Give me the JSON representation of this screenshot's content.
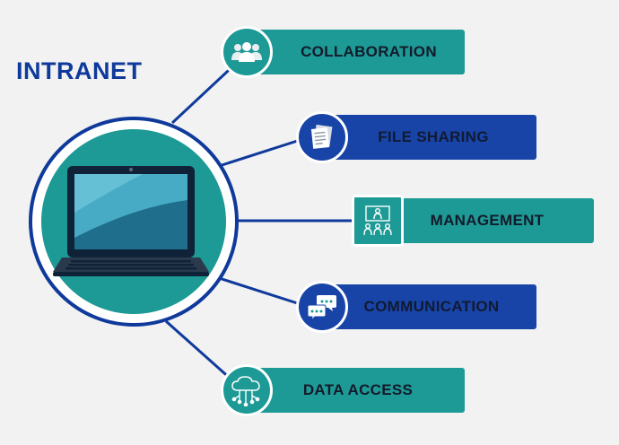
{
  "title": "INTRANET",
  "items": [
    {
      "label": "COLLABORATION",
      "color": "#1d9a96",
      "icon": "users-icon"
    },
    {
      "label": "FILE SHARING",
      "color": "#1844a8",
      "icon": "documents-icon"
    },
    {
      "label": "MANAGEMENT",
      "color": "#1d9a96",
      "icon": "presentation-team-icon"
    },
    {
      "label": "COMMUNICATION",
      "color": "#1844a8",
      "icon": "chat-bubbles-icon"
    },
    {
      "label": "DATA ACCESS",
      "color": "#1d9a96",
      "icon": "cloud-network-icon"
    }
  ],
  "colors": {
    "navy": "#0f3a9c",
    "teal": "#1d9a96",
    "blue": "#1844a8",
    "background": "#f1f2f1"
  },
  "hub_icon": "laptop-icon"
}
